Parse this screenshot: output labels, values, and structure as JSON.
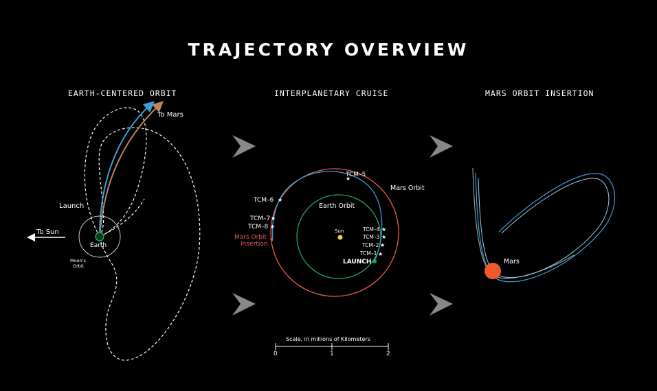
{
  "title": "TRAJECTORY OVERVIEW",
  "sections": {
    "earth": "EARTH-CENTERED ORBIT",
    "cruise": "INTERPLANETARY CRUISE",
    "mars": "MARS ORBIT INSERTION"
  },
  "earth_panel": {
    "to_mars": "To Mars",
    "launch": "Launch",
    "to_sun": "To Sun",
    "earth": "Earth",
    "moons_orbit_line1": "Moon's",
    "moons_orbit_line2": "Orbit"
  },
  "cruise_panel": {
    "tcm5": "TCM–5",
    "mars_orbit": "Mars Orbit",
    "tcm6": "TCM–6",
    "earth_orbit": "Earth Orbit",
    "tcm7": "TCM–7",
    "tcm8": "TCM–8",
    "moi_line1": "Mars Orbit",
    "moi_line2": "Insertion",
    "sun": "Sun",
    "tcm4": "TCM–4",
    "tcm3": "TCM–3",
    "tcm2": "TCM–2",
    "tcm1": "TCM–1",
    "launch": "LAUNCH",
    "scale_label": "Scale, in millions of Kilometers",
    "scale_ticks": [
      "0",
      "1",
      "2"
    ]
  },
  "mars_panel": {
    "mars": "Mars"
  },
  "colors": {
    "background": "#000000",
    "earth_orbit": "#1fa85a",
    "mars_orbit": "#f0594a",
    "trajectory": "#3aa0d8",
    "mars_path": "#b88660",
    "insertion_label": "#f0594a",
    "sun": "#e8d44a",
    "mars": "#f05a28",
    "chevron": "#888888"
  }
}
